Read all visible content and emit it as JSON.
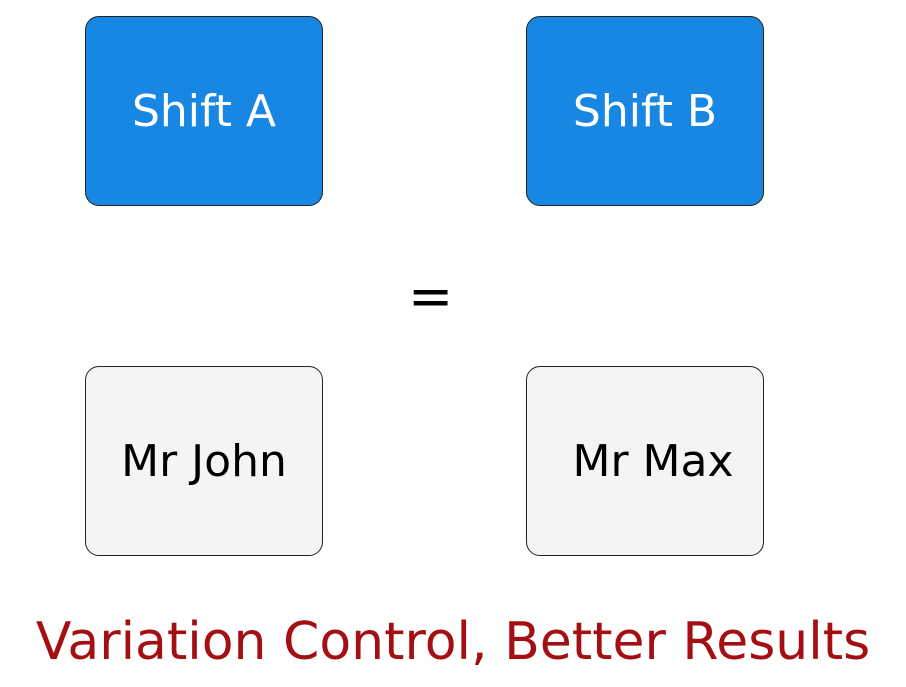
{
  "shifts": [
    {
      "label": "Shift A"
    },
    {
      "label": "Shift B"
    }
  ],
  "equals_sign": "=",
  "people": [
    {
      "label": "Mr John"
    },
    {
      "label": "Mr Max"
    }
  ],
  "caption": "Variation Control, Better Results",
  "colors": {
    "shift_box": "#1787E3",
    "person_box": "#F4F4F4",
    "caption": "#A30F12"
  }
}
